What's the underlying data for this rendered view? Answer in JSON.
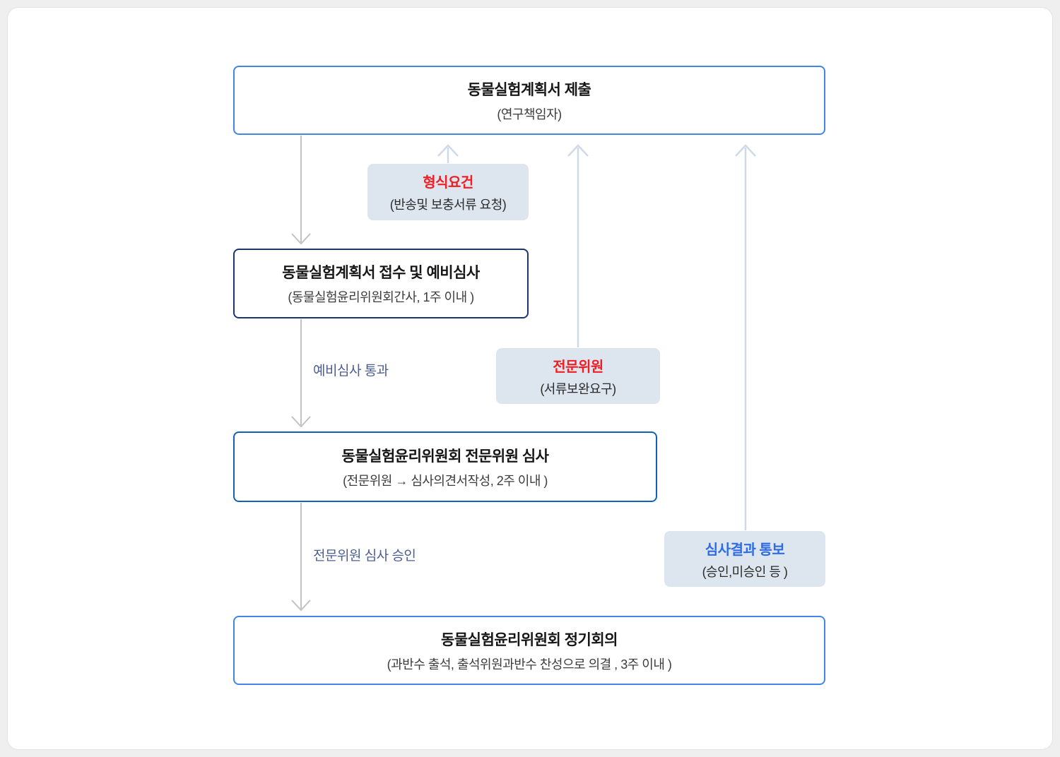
{
  "flow": {
    "steps": [
      {
        "id": "submit",
        "title": "동물실험계획서 제출",
        "subtitle": "(연구책임자)"
      },
      {
        "id": "receipt",
        "title": "동물실험계획서 접수 및 예비심사",
        "subtitle": "(동물실험윤리위원회간사, 1주 이내 )"
      },
      {
        "id": "expert_review",
        "title": "동물실험윤리위원회 전문위원 심사",
        "subtitle": "(전문위원 → 심사의견서작성, 2주 이내 )"
      },
      {
        "id": "meeting",
        "title": "동물실험윤리위원회 정기회의",
        "subtitle": "(과반수 출석, 출석위원과반수 찬성으로 의결 , 3주 이내 )"
      }
    ],
    "notes": [
      {
        "id": "formality",
        "title": "형식요건",
        "subtitle": "(반송및 보충서류 요청)",
        "title_color": "#f01d23"
      },
      {
        "id": "expert",
        "title": "전문위원",
        "subtitle": "(서류보완요구)",
        "title_color": "#f01d23"
      },
      {
        "id": "result",
        "title": "심사결과 통보",
        "subtitle": "(승인,미승인 등  )",
        "title_color": "#2e6be6"
      }
    ],
    "edge_labels": [
      {
        "id": "prelim_pass",
        "text": "예비심사 통과"
      },
      {
        "id": "expert_approved",
        "text": "전문위원 심사 승인"
      }
    ]
  },
  "colors": {
    "page_background": "#efefef",
    "card_background": "#ffffff",
    "card_border": "#e3e3e3",
    "step_border_blue": "#3f86e5",
    "step_border_navy": "#1a3767",
    "step_border_mid_blue": "#0e63b4",
    "note_background": "#dde5ee",
    "note_title_red": "#f01d23",
    "note_title_blue": "#2e6be6",
    "edge_label_text": "#4c5f93",
    "down_arrow": "#c2c2c2",
    "up_arrow": "#cfdae8"
  }
}
